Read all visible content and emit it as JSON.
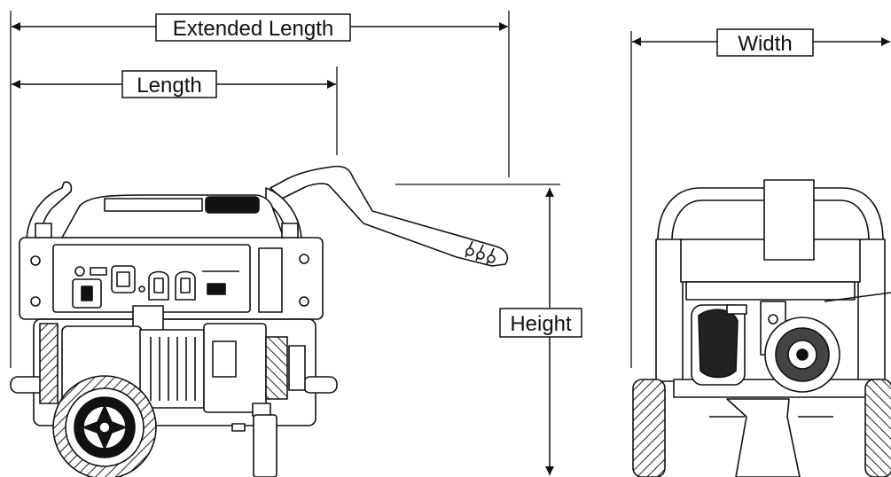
{
  "dimensions": {
    "extended_length": "Extended Length",
    "length": "Length",
    "height": "Height",
    "width": "Width"
  },
  "colors": {
    "line": "#111111",
    "background": "#ffffff"
  }
}
